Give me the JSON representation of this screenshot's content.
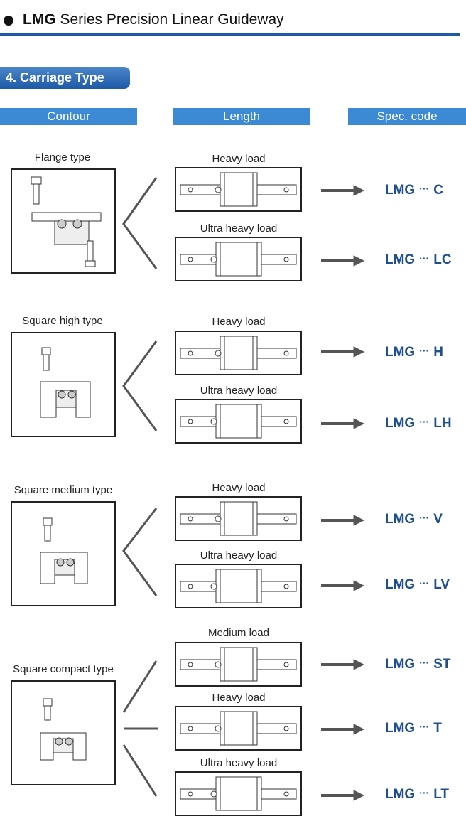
{
  "header": {
    "title_bold": "LMG",
    "title_rest": "Series Precision Linear Guideway"
  },
  "section_badge": "4. Carriage Type",
  "columns": {
    "contour": "Contour",
    "length": "Length",
    "spec": "Spec. code"
  },
  "dots": "···",
  "groups": [
    {
      "label": "Flange type",
      "rows": [
        {
          "load": "Heavy load",
          "prefix": "LMG",
          "suffix": "C"
        },
        {
          "load": "Ultra heavy load",
          "prefix": "LMG",
          "suffix": "LC"
        }
      ]
    },
    {
      "label": "Square high type",
      "rows": [
        {
          "load": "Heavy load",
          "prefix": "LMG",
          "suffix": "H"
        },
        {
          "load": "Ultra heavy load",
          "prefix": "LMG",
          "suffix": "LH"
        }
      ]
    },
    {
      "label": "Square medium type",
      "rows": [
        {
          "load": "Heavy load",
          "prefix": "LMG",
          "suffix": "V"
        },
        {
          "load": "Ultra heavy load",
          "prefix": "LMG",
          "suffix": "LV"
        }
      ]
    },
    {
      "label": "Square compact type",
      "rows": [
        {
          "load": "Medium load",
          "prefix": "LMG",
          "suffix": "ST"
        },
        {
          "load": "Heavy load",
          "prefix": "LMG",
          "suffix": "T"
        },
        {
          "load": "Ultra heavy load",
          "prefix": "LMG",
          "suffix": "LT"
        }
      ]
    }
  ],
  "colors": {
    "accent": "#1f5aa8",
    "column_header": "#3b8ad3",
    "spec_text": "#1f4f8f"
  }
}
